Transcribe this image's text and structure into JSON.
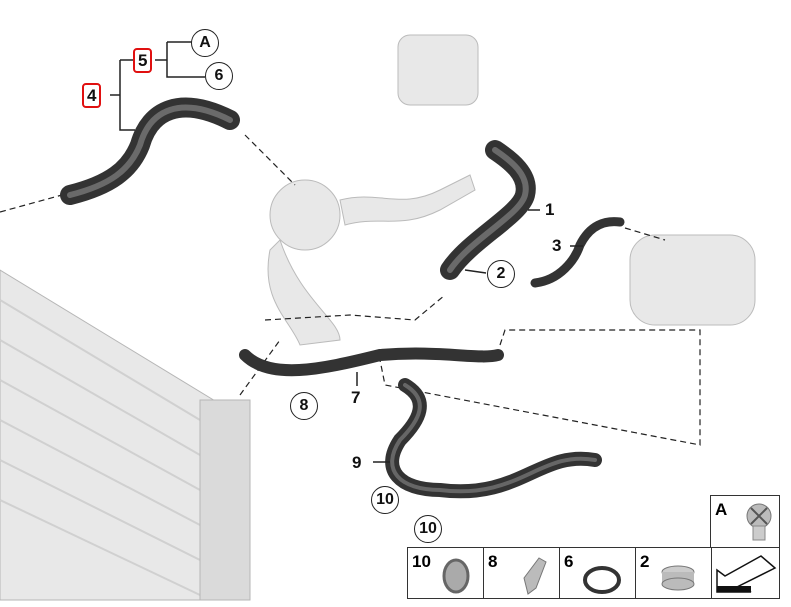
{
  "diagram": {
    "callouts": {
      "c1": "1",
      "c2": "2",
      "c3": "3",
      "c4": "4",
      "c5": "5",
      "cA": "A",
      "c6": "6",
      "c7": "7",
      "c8": "8",
      "c9": "9",
      "c10a": "10",
      "c10b": "10"
    },
    "legend": [
      {
        "label": "10",
        "part": "hose-clamp"
      },
      {
        "label": "8",
        "part": "bracket"
      },
      {
        "label": "6",
        "part": "o-ring"
      },
      {
        "label": "2",
        "part": "clamp"
      }
    ],
    "legend_a": {
      "label": "A",
      "part": "bleed-screw"
    },
    "highlight_color": "#e01010"
  }
}
